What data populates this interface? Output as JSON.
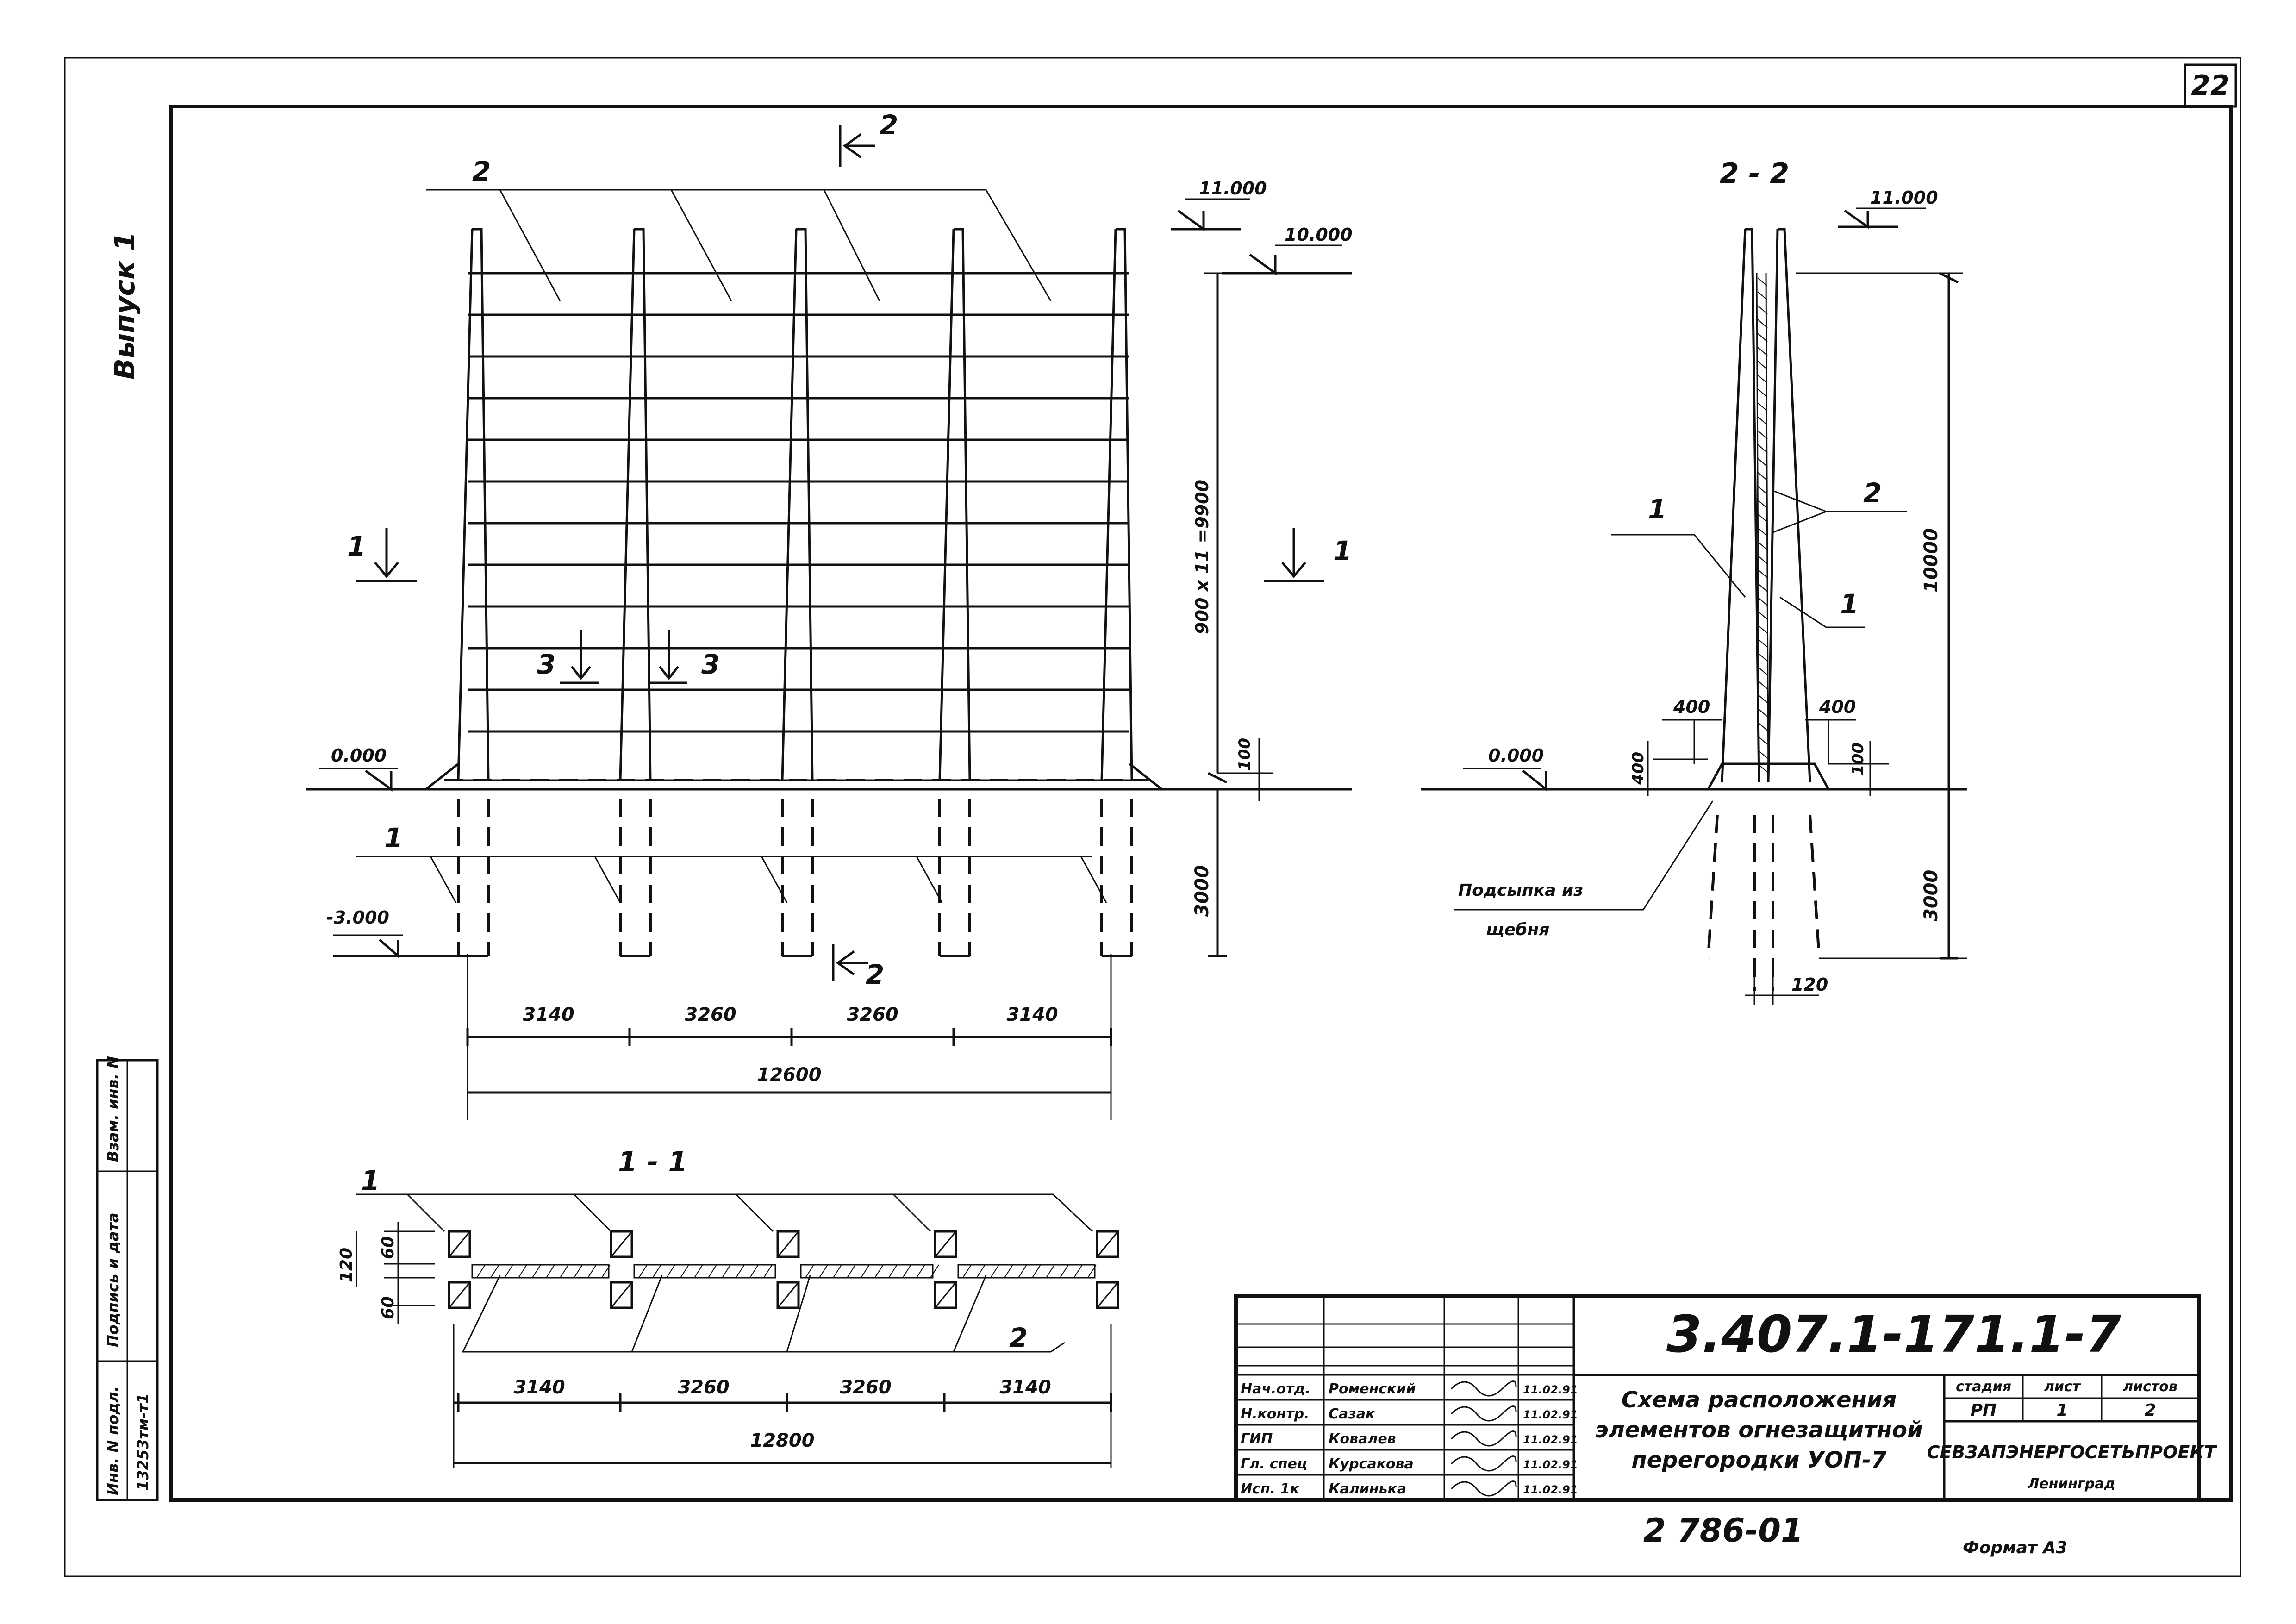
{
  "sheet": {
    "number": "22",
    "issue_vertical": "Выпуск 1",
    "format": "Формат А3",
    "archive_number": "2 786-01"
  },
  "elevation": {
    "section_marks": {
      "s1": "1",
      "s2": "2",
      "s3": "3"
    },
    "levels": {
      "top": "11.000",
      "panel_top": "10.000",
      "ground": "0.000",
      "bottom": "-3.000"
    },
    "dims": {
      "height": "900 x 11 =9900",
      "gap": "100",
      "depth": "3000"
    },
    "spans": [
      "3140",
      "3260",
      "3260",
      "3140"
    ],
    "total": "12600",
    "callouts": {
      "column": "1",
      "panel": "2"
    }
  },
  "section_2_2": {
    "title": "2 - 2",
    "levels": {
      "top": "11.000",
      "ground": "0.000"
    },
    "dims": {
      "height": "10000",
      "depth": "3000",
      "left_400": "400",
      "right_400": "400",
      "v400": "400",
      "v100": "100",
      "base": "120"
    },
    "callouts": {
      "column_left": "1",
      "column_right": "1",
      "panels": "2"
    },
    "note_line1": "Подсыпка из",
    "note_line2": "щебня"
  },
  "section_1_1": {
    "title": "1 - 1",
    "dims": {
      "d60_top": "60",
      "d60_bot": "60",
      "d120": "120"
    },
    "spans": [
      "3140",
      "3260",
      "3260",
      "3140"
    ],
    "total": "12800",
    "callouts": {
      "column": "1",
      "panel": "2"
    }
  },
  "left_stamp": {
    "inv_orig": "Инв. N подл.",
    "signature_date": "Подпись и дата",
    "replaces_inv": "Взам. инв. N",
    "inv_number": "13253тм-т1"
  },
  "title_block": {
    "designation": "3.407.1-171.1-7",
    "title_line1": "Схема расположения",
    "title_line2": "элементов огнезащитной",
    "title_line3": "перегородки УОП-7",
    "stage_label": "стадия",
    "sheet_label": "лист",
    "sheets_label": "листов",
    "stage_value": "РП",
    "sheet_value": "1",
    "sheets_value": "2",
    "organization": "СЕВЗАПЭНЕРГОСЕТЬПРОЕКТ",
    "city": "Ленинград",
    "signers": [
      {
        "role": "Нач.отд.",
        "name": "Роменский",
        "date": "11.02.91"
      },
      {
        "role": "Н.контр.",
        "name": "Сазак",
        "date": "11.02.91"
      },
      {
        "role": "ГИП",
        "name": "Ковалев",
        "date": "11.02.91"
      },
      {
        "role": "Гл. спец",
        "name": "Курсакова",
        "date": "11.02.91"
      },
      {
        "role": "Исп. 1к",
        "name": "Калинька",
        "date": "11.02.91"
      }
    ]
  }
}
